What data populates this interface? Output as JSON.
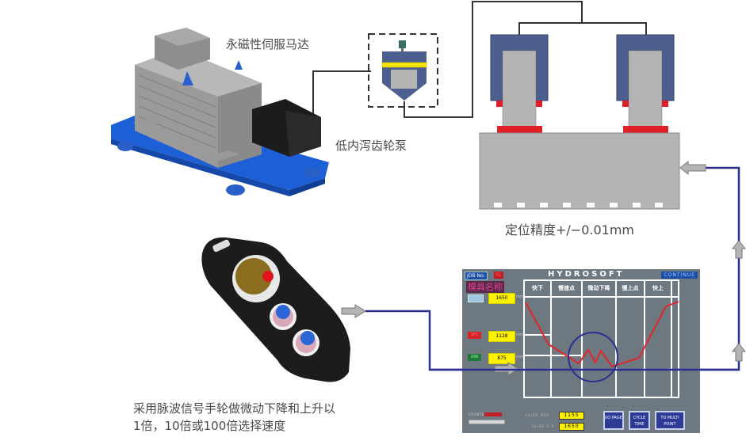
{
  "labels": {
    "motor": "永磁性伺服马达",
    "pump": "低内泻齿轮泵",
    "precision": "定位精度+/−0.01mm",
    "handwheel_line1": "采用脉波信号手轮做微动下降和上升以",
    "handwheel_line2": "1倍，10倍或100倍选择速度"
  },
  "hmi": {
    "title": "HYDROSOFT",
    "job_label": "JOB No:",
    "job_value": "01",
    "mode_button": "CONTINUE",
    "name_display": "模具名称",
    "readouts": [
      {
        "tag": "=",
        "value": "1650",
        "unit": "mm",
        "tag_color": "#9fc6e0"
      },
      {
        "tag": "SP1",
        "value": "1128",
        "unit": "mm",
        "tag_color": "#d8232a"
      },
      {
        "tag": "296",
        "value": "875",
        "unit": "mm",
        "tag_color": "#1f7a3a"
      }
    ],
    "table_headers": [
      "快下",
      "慢速点",
      "微动下降",
      "慢上点",
      "快上",
      ""
    ],
    "count_label": "COUNTER",
    "slide_pos_label": "SLIDE POS",
    "slide_pos_value": "1155",
    "slide_set_label": "SLIDE S.P.",
    "slide_set_value": "1650",
    "buttons": [
      "I/O PAGE",
      "CYCLE TIME",
      "TO MULTI POINT"
    ],
    "colors": {
      "panel": "#6e7880",
      "curve": "#e0262b",
      "highlight": "#2b2f8f",
      "readout_bg": "#fff200",
      "button_bg": "#2d3a96"
    }
  },
  "colors": {
    "signal_line": "#2b2f8f",
    "hydraulic_line": "#333333",
    "cylinder": "#4d5f8f",
    "seal": "#e01f26",
    "platen": "#b4b4b4",
    "valve_bar": "#f5e400",
    "base_plate": "#1d5fd6"
  }
}
